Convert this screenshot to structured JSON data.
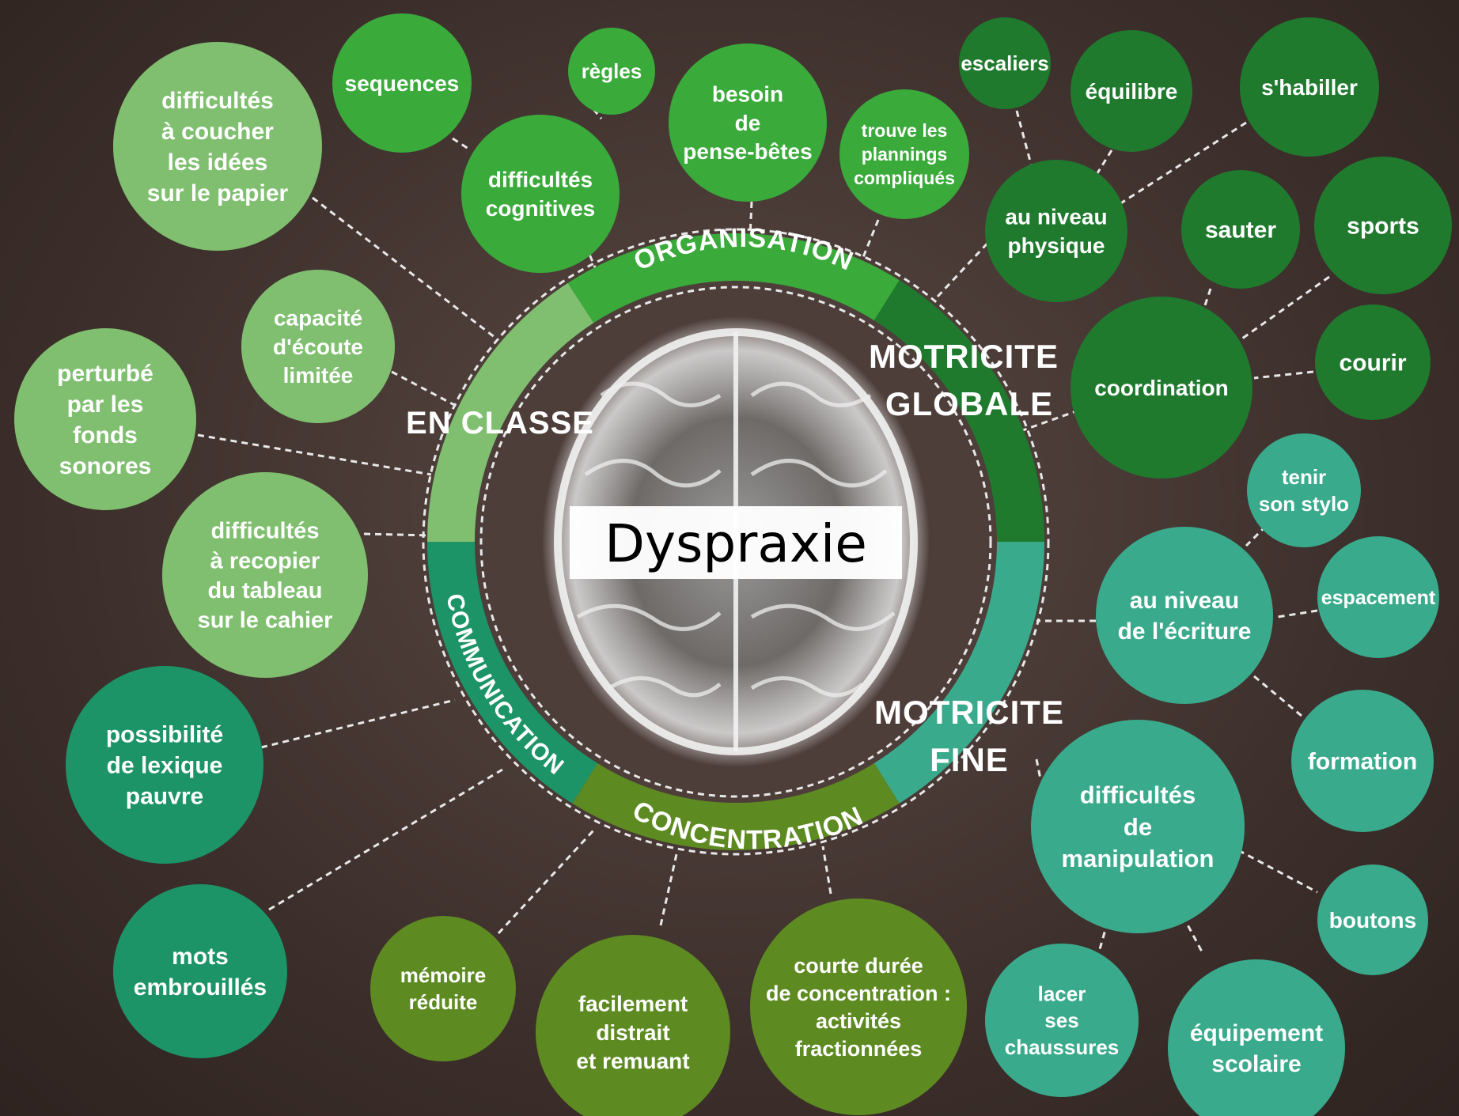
{
  "center": {
    "title": "Dyspraxie"
  },
  "colors": {
    "en_classe": "#7fbf6f",
    "organisation": "#3aaa3a",
    "motricite_globale": "#1f7a2e",
    "motricite_fine": "#3aaa8c",
    "concentration": "#5e8a22",
    "communication": "#1c9468"
  },
  "segments": {
    "organisation": "ORGANISATION",
    "communication": "COMMUNICATION",
    "concentration": "CONCENTRATION",
    "en_classe": "EN CLASSE",
    "motricite_globale": [
      "MOTRICITE",
      "GLOBALE"
    ],
    "motricite_fine": [
      "MOTRICITE",
      "FINE"
    ]
  },
  "bubbles": {
    "coucher_idees": [
      "difficultés",
      "à coucher",
      "les idées",
      "sur le papier"
    ],
    "sequences": [
      "sequences"
    ],
    "regles": [
      "règles"
    ],
    "cognitives": [
      "difficultés",
      "cognitives"
    ],
    "pense_betes": [
      "besoin",
      "de",
      "pense-bêtes"
    ],
    "plannings": [
      "trouve les",
      "plannings",
      "compliqués"
    ],
    "escaliers": [
      "escaliers"
    ],
    "equilibre": [
      "équilibre"
    ],
    "habiller": [
      "s'habiller"
    ],
    "niveau_physique": [
      "au niveau",
      "physique"
    ],
    "sauter": [
      "sauter"
    ],
    "sports": [
      "sports"
    ],
    "coordination": [
      "coordination"
    ],
    "courir": [
      "courir"
    ],
    "ecoute": [
      "capacité",
      "d'écoute",
      "limitée"
    ],
    "fonds_sonores": [
      "perturbé",
      "par les",
      "fonds",
      "sonores"
    ],
    "recopier": [
      "difficultés",
      "à recopier",
      "du tableau",
      "sur le cahier"
    ],
    "lexique": [
      "possibilité",
      "de lexique",
      "pauvre"
    ],
    "mots": [
      "mots",
      "embrouillés"
    ],
    "memoire": [
      "mémoire",
      "réduite"
    ],
    "distrait": [
      "facilement",
      "distrait",
      "et remuant"
    ],
    "courte_duree": [
      "courte durée",
      "de concentration :",
      "activités",
      "fractionnées"
    ],
    "stylo": [
      "tenir",
      "son stylo"
    ],
    "espacement": [
      "espacement"
    ],
    "ecriture": [
      "au niveau",
      "de l'écriture"
    ],
    "formation": [
      "formation"
    ],
    "manipulation": [
      "difficultés",
      "de",
      "manipulation"
    ],
    "boutons": [
      "boutons"
    ],
    "lacer": [
      "lacer",
      "ses",
      "chaussures"
    ],
    "equipement": [
      "équipement",
      "scolaire"
    ]
  }
}
